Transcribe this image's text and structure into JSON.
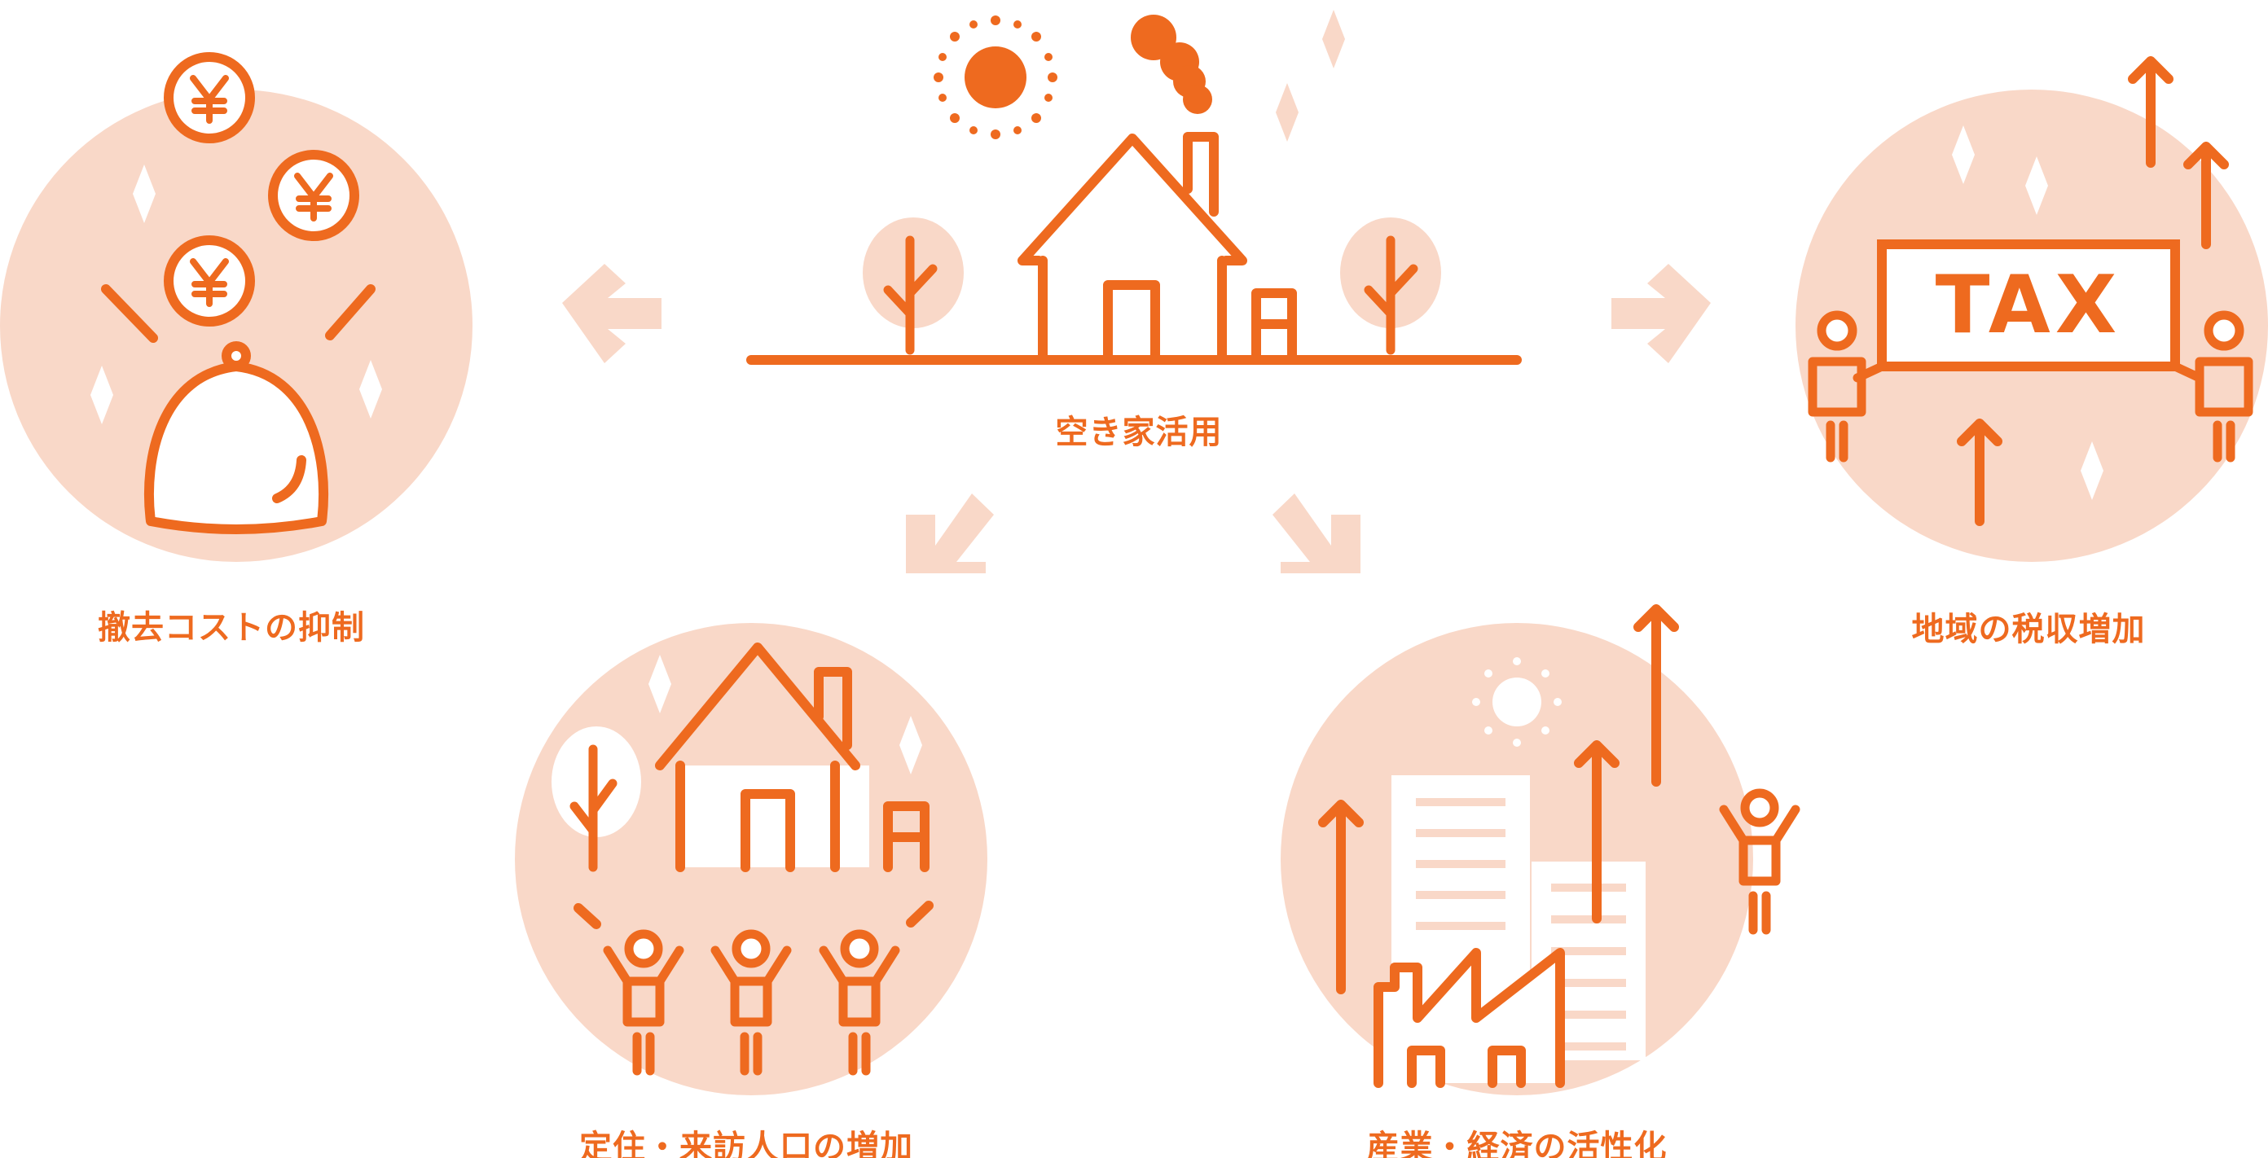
{
  "colors": {
    "accent": "#ee6a1f",
    "tint": "#f9d8c8",
    "white": "#ffffff"
  },
  "center": {
    "label": "空き家活用"
  },
  "nodes": {
    "cost": {
      "label": "撤去コストの抑制",
      "icon": "coin-purse-icon",
      "coin_symbol": "¥"
    },
    "tax": {
      "label": "地域の税収増加",
      "icon": "tax-sign-icon",
      "sign_text": "TAX"
    },
    "residents": {
      "label": "定住・来訪人口の増加",
      "icon": "people-house-icon"
    },
    "economy": {
      "label": "産業・経済の活性化",
      "icon": "factory-growth-icon"
    }
  }
}
